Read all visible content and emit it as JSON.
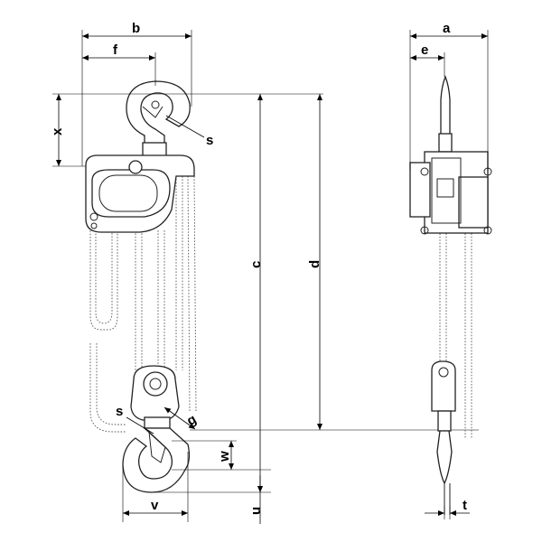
{
  "drawing": {
    "views": [
      "front-view",
      "side-view"
    ],
    "dimension_labels": {
      "a": "a",
      "b": "b",
      "c": "c",
      "d": "d",
      "e": "e",
      "f": "f",
      "g": "g",
      "s_top": "s",
      "s_bottom": "s",
      "t": "t",
      "u": "u",
      "v": "v",
      "w": "w",
      "x": "x"
    }
  }
}
